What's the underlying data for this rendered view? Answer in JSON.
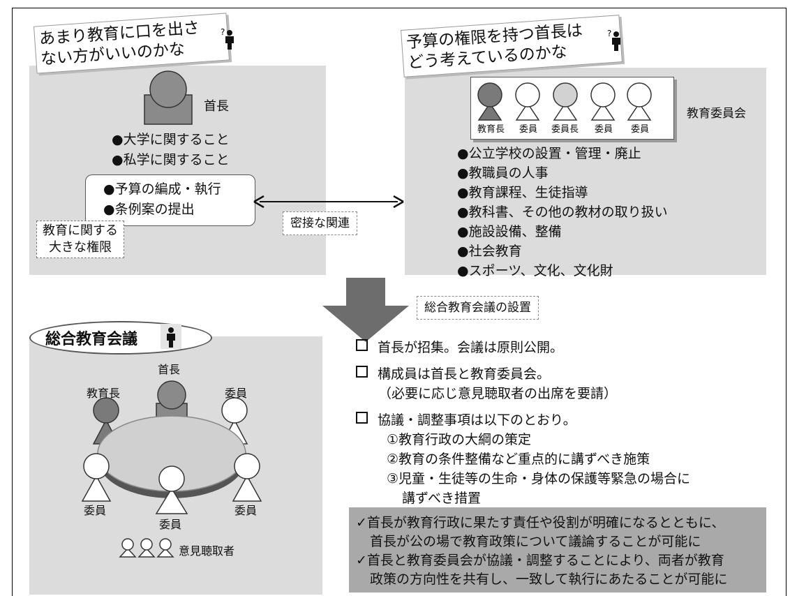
{
  "head_panel": {
    "callout": "あまり教育に口を出さない方がいいのかな",
    "callout_line1": "あまり教育に口を出さ",
    "callout_line2": "ない方がいいのかな",
    "figure_label": "首長",
    "items": [
      "●大学に関すること",
      "●私学に関すること"
    ],
    "power_items": [
      "●予算の編成・執行",
      "●条例案の提出"
    ],
    "power_label_line1": "教育に関する",
    "power_label_line2": "大きな権限"
  },
  "relation_label": "密接な関連",
  "board_panel": {
    "callout_line1": "予算の権限を持つ首長は",
    "callout_line2": "どう考えているのかな",
    "title": "教育委員会",
    "members": [
      "教育長",
      "委員",
      "委員長",
      "委員",
      "委員"
    ],
    "items": [
      "●公立学校の設置・管理・廃止",
      "●教職員の人事",
      "●教育課程、生徒指導",
      "●教科書、その他の教材の取り扱い",
      "●施設設備、整備",
      "●社会教育",
      "●スポーツ、文化、文化財"
    ]
  },
  "establishment_label": "総合教育会議の設置",
  "council": {
    "title": "総合教育会議",
    "seats": {
      "top": "首長",
      "top_left": "教育長",
      "top_right": "委員",
      "bottom_left": "委員",
      "bottom_center": "委員",
      "bottom_right": "委員"
    },
    "listener_label": "意見聴取者"
  },
  "points": [
    {
      "lines": [
        "首長が招集。会議は原則公開。"
      ]
    },
    {
      "lines": [
        "構成員は首長と教育委員会。",
        "（必要に応じ意見聴取者の出席を要請）"
      ]
    },
    {
      "lines": [
        "協議・調整事項は以下のとおり。",
        "①教育行政の大綱の策定",
        "②教育の条件整備など重点的に講ずべき施策",
        "③児童・生徒等の生命・身体の保護等緊急の場合に",
        "講ずべき措置"
      ]
    }
  ],
  "summary": [
    "✓首長が教育行政に果たす責任や役割が明確になるとともに、",
    "首長が公の場で教育政策について議論することが可能に",
    "✓首長と教育委員会が協議・調整することにより、両者が教育",
    "政策の方向性を共有し、一致して執行にあたることが可能に"
  ],
  "colors": {
    "panel": "#dcdcdc",
    "summary_bg": "#a9a9a9",
    "figure_dark": "#7a7a7a",
    "arrow": "#6d6d6d"
  }
}
